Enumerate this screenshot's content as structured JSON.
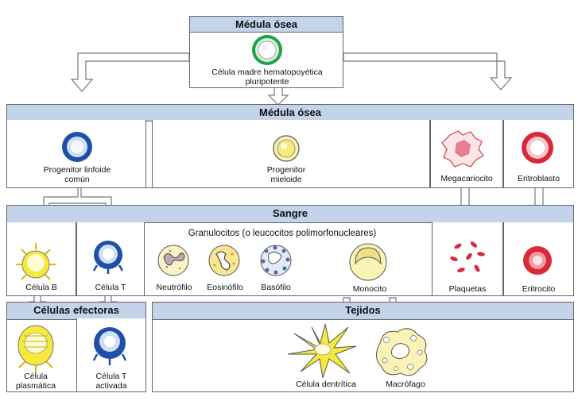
{
  "top": {
    "header": "Médula ósea",
    "stem_cell": "Célula madre hematopoyética pluripotente"
  },
  "marrow": {
    "header": "Médula ósea",
    "lymphoid": "Progenitor linfoide común",
    "myeloid": "Progenitor mieloide",
    "megakaryocyte": "Megacariocito",
    "erythroblast": "Eritroblasto"
  },
  "blood": {
    "header": "Sangre",
    "granulocytes_title": "Granulocitos (o leucocitos polimorfonucleares)",
    "b_cell": "Célula B",
    "t_cell": "Célula T",
    "neutrophil": "Neutrófilo",
    "eosinophil": "Eosinófilo",
    "basophil": "Basófilo",
    "monocyte": "Monocito",
    "platelets": "Plaquetas",
    "erythrocyte": "Eritrocito"
  },
  "effector": {
    "header": "Células efectoras",
    "plasma": "Célula plasmática",
    "activated_t": "Célula T activada"
  },
  "tissues": {
    "header": "Tejidos",
    "dendritic": "Célula dentrítica",
    "macrophage": "Macrófago"
  },
  "colors": {
    "header_bg": "#c2d3ea",
    "green": "#1fa14a",
    "blue": "#1f4fa8",
    "yellow": "#f5ea3a",
    "red": "#d8283a"
  }
}
